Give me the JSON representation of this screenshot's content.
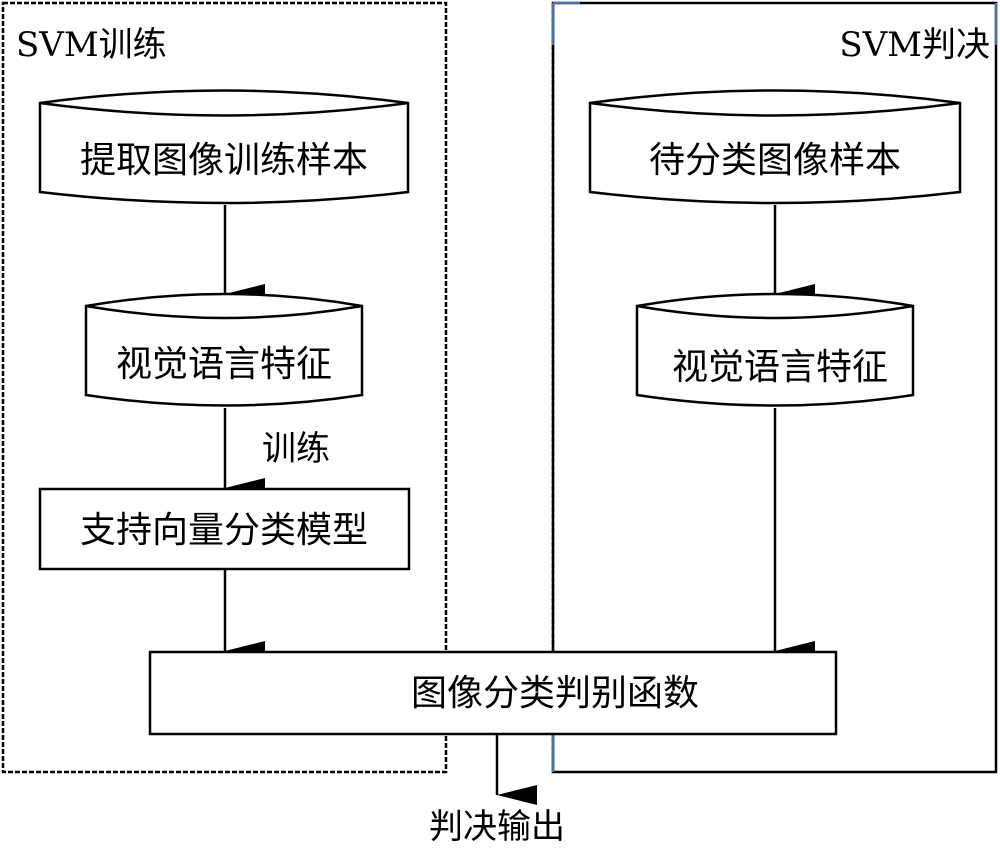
{
  "groups": {
    "training": {
      "title": "SVM训练"
    },
    "decision": {
      "title": "SVM判决"
    }
  },
  "nodes": {
    "extract_samples": "提取图像训练样本",
    "features_train": "视觉语言特征",
    "svm_model": "支持向量分类模型",
    "samples_to_classify": "待分类图像样本",
    "features_decide": "视觉语言特征",
    "discriminant": "图像分类判别函数"
  },
  "edges": {
    "train_label": "训练",
    "output_label": "判决输出"
  },
  "colors": {
    "stroke": "#000000",
    "accent_dashed": "#4a72b0",
    "background": "#ffffff"
  }
}
